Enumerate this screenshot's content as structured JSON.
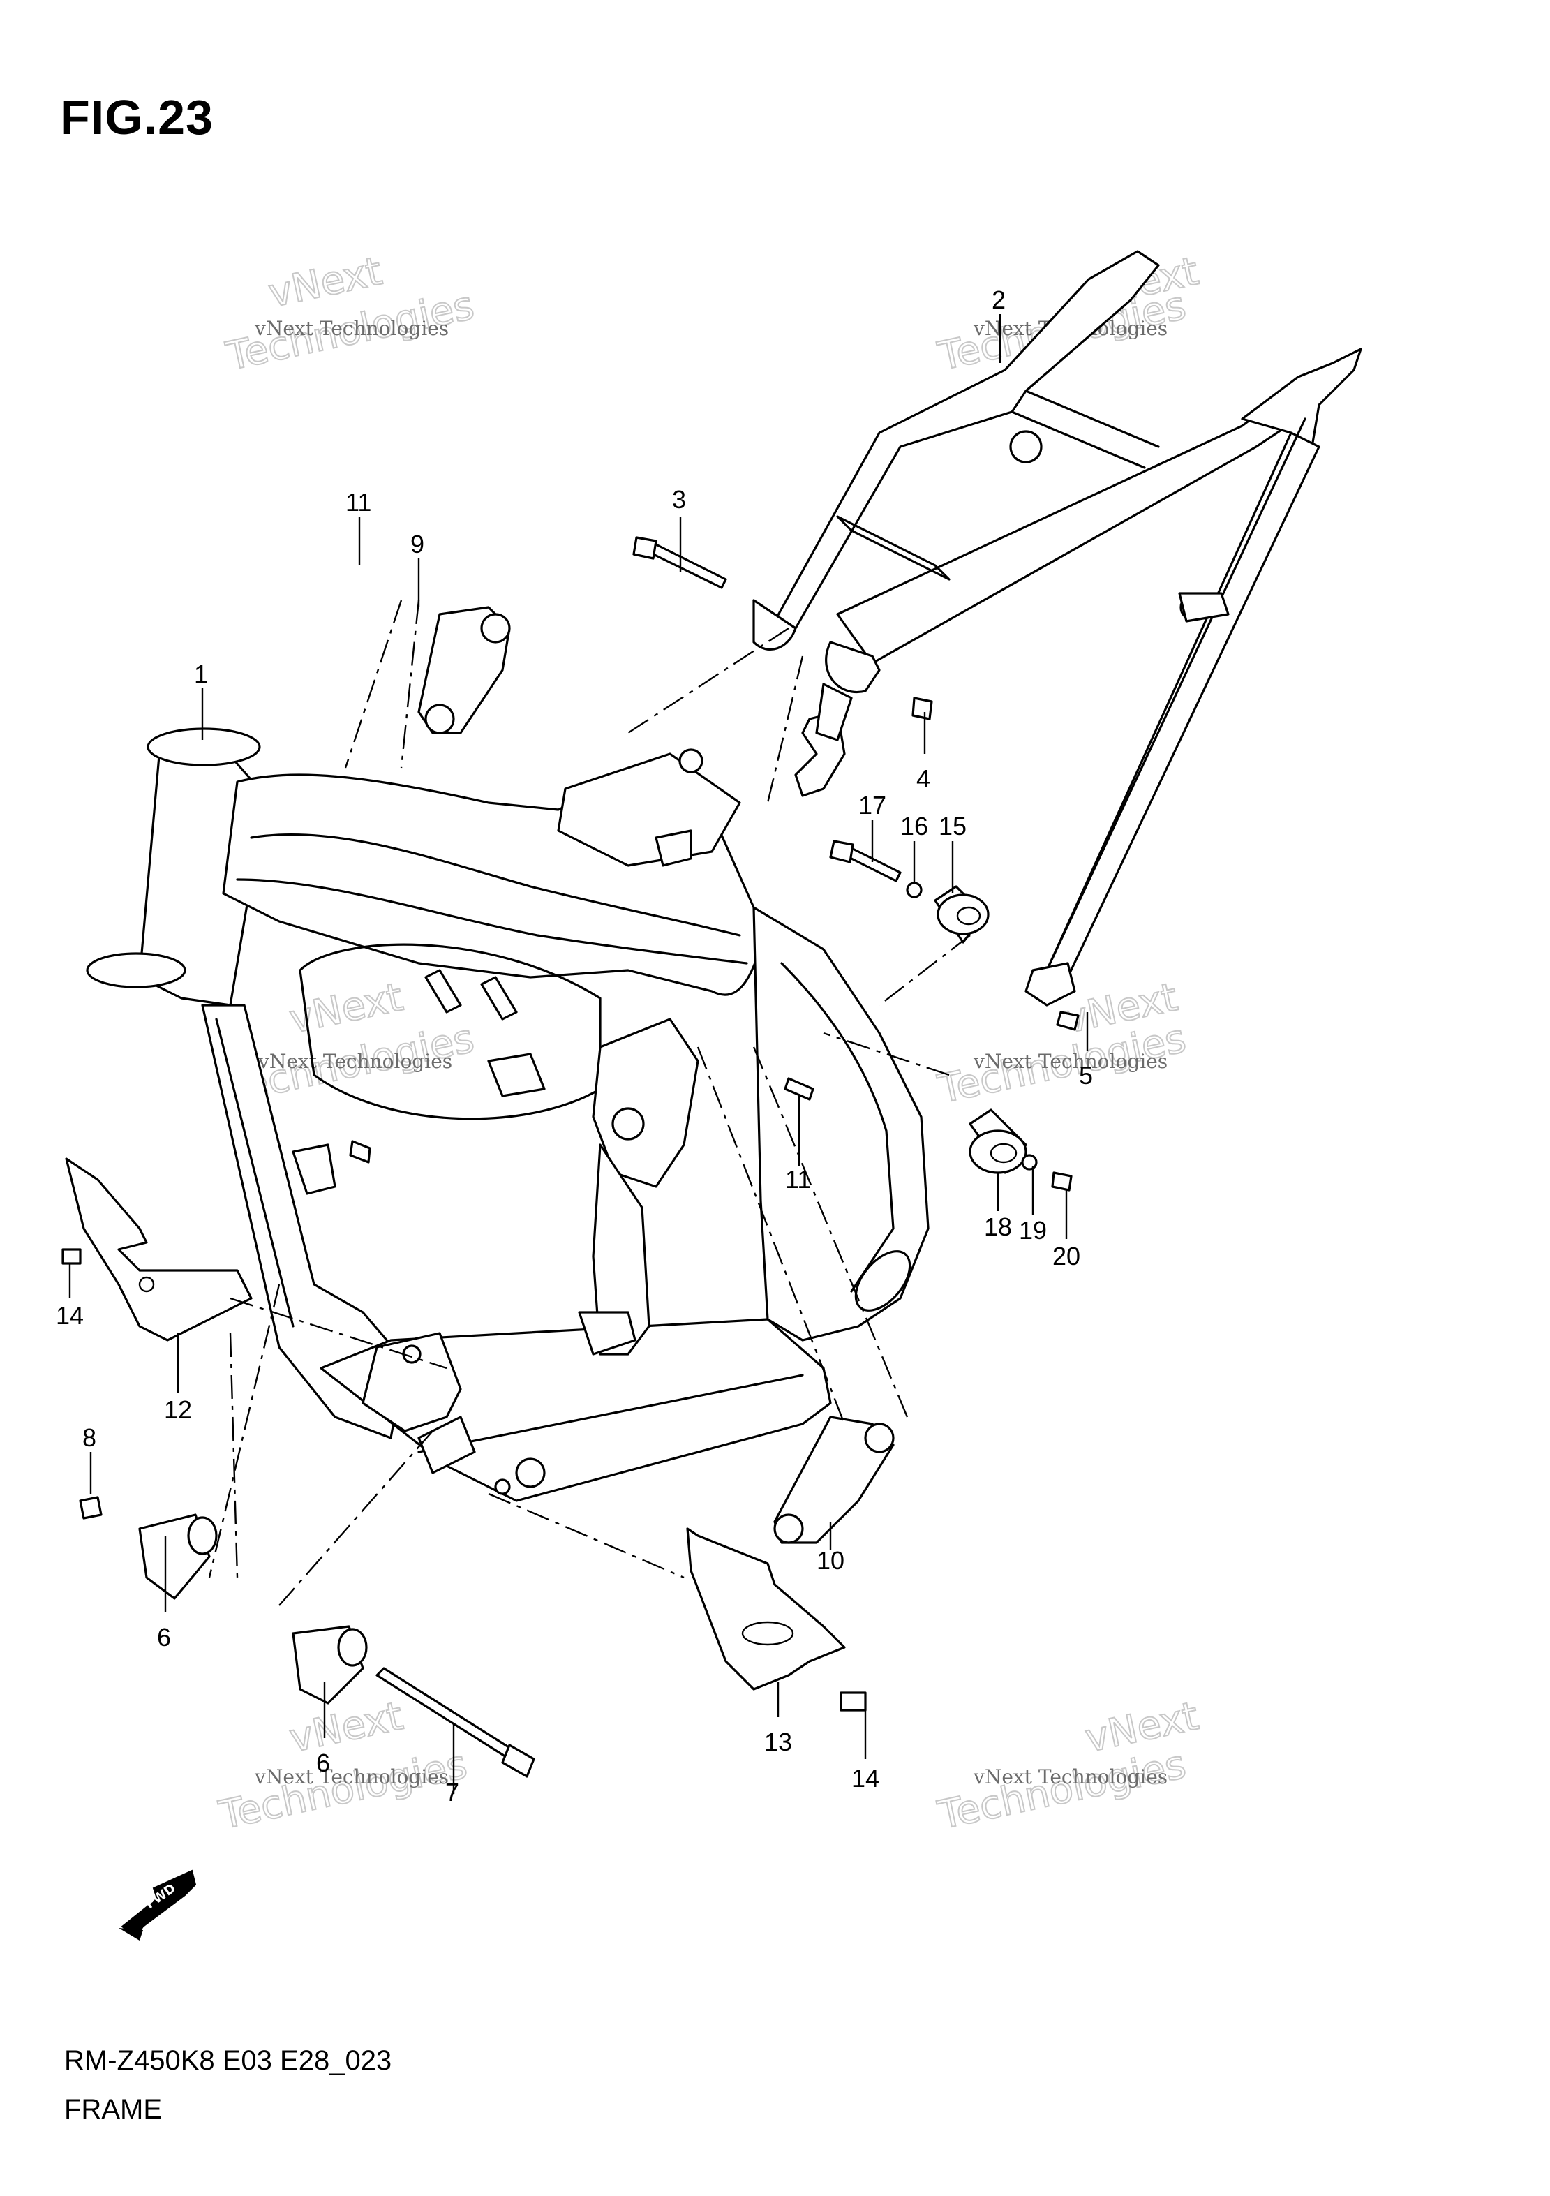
{
  "figure": {
    "title": "FIG.23",
    "code": "RM-Z450K8 E03 E28_023",
    "name": "FRAME",
    "fwd_label": "FWD"
  },
  "watermark": {
    "line1": "vNext Technologies",
    "line2": "vNext",
    "line3": "Technologies"
  },
  "callouts": [
    {
      "id": "1",
      "label": "1"
    },
    {
      "id": "2",
      "label": "2"
    },
    {
      "id": "3",
      "label": "3"
    },
    {
      "id": "4",
      "label": "4"
    },
    {
      "id": "5",
      "label": "5"
    },
    {
      "id": "6a",
      "label": "6"
    },
    {
      "id": "6b",
      "label": "6"
    },
    {
      "id": "7",
      "label": "7"
    },
    {
      "id": "8",
      "label": "8"
    },
    {
      "id": "9",
      "label": "9"
    },
    {
      "id": "10",
      "label": "10"
    },
    {
      "id": "11a",
      "label": "11"
    },
    {
      "id": "11b",
      "label": "11"
    },
    {
      "id": "12",
      "label": "12"
    },
    {
      "id": "13",
      "label": "13"
    },
    {
      "id": "14a",
      "label": "14"
    },
    {
      "id": "14b",
      "label": "14"
    },
    {
      "id": "15",
      "label": "15"
    },
    {
      "id": "16",
      "label": "16"
    },
    {
      "id": "17",
      "label": "17"
    },
    {
      "id": "18",
      "label": "18"
    },
    {
      "id": "19",
      "label": "19"
    },
    {
      "id": "20",
      "label": "20"
    }
  ]
}
